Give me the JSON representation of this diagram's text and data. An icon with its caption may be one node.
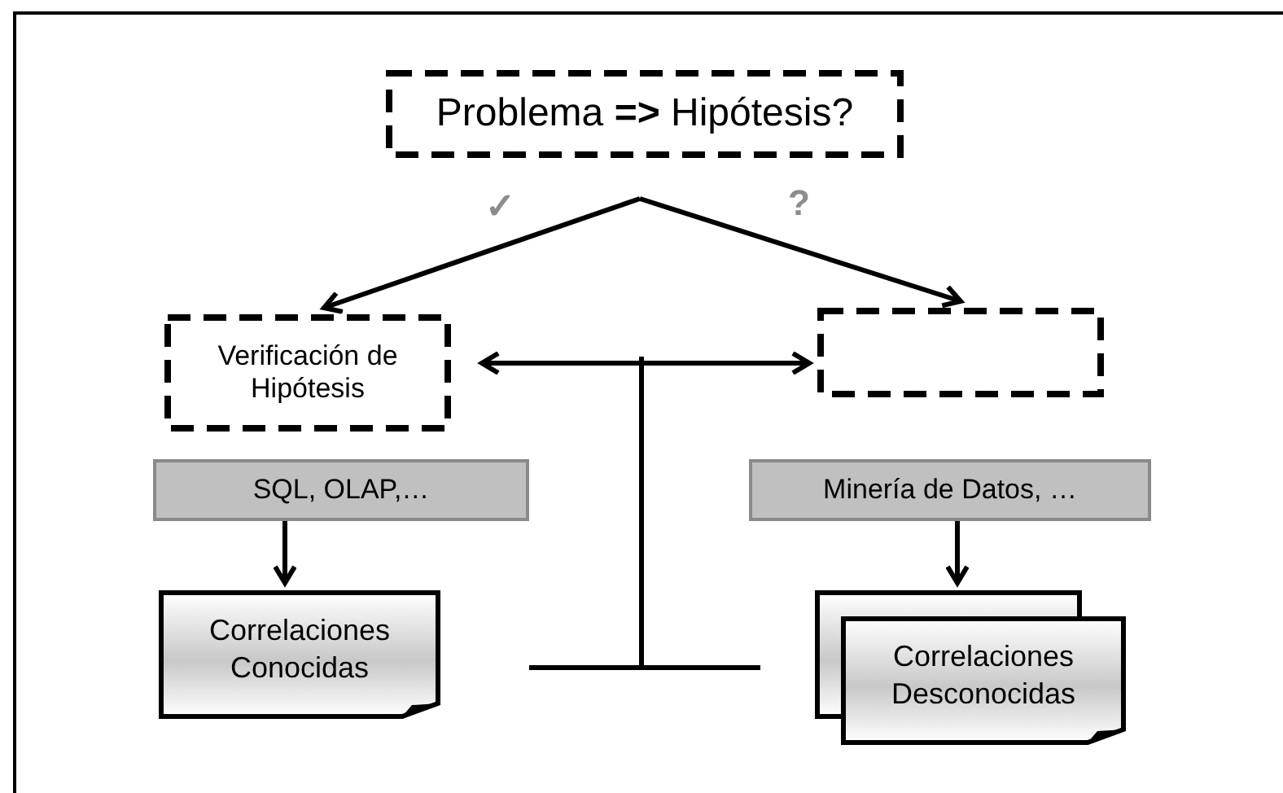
{
  "diagram": {
    "nodes": [
      {
        "text": [
          "Problema **=>** Hipótesis?"
        ]
      },
      {
        "text": [
          "Verificación de Hipótesis"
        ]
      },
      {
        "text": [],
        "shape": "box"
      },
      {
        "text": [
          "SQL, OLAP,…"
        ]
      },
      {
        "text": [
          "Minería de Datos, …"
        ]
      },
      {
        "text": [
          "Correlaciones Conocidas"
        ]
      },
      {
        "text": [
          "Correlaciones Desconocidas"
        ]
      }
    ],
    "edges": [
      {
        "from": 0,
        "to": 1,
        "arrow": "to",
        "label": "✓"
      },
      {
        "from": 0,
        "to": 2,
        "arrow": "to",
        "label": "?"
      },
      {
        "from": 1,
        "to": 2,
        "arrow": "both"
      },
      {
        "from": 3,
        "to": 5,
        "arrow": "to"
      },
      {
        "from": 4,
        "to": 6,
        "arrow": "to"
      }
    ]
  }
}
